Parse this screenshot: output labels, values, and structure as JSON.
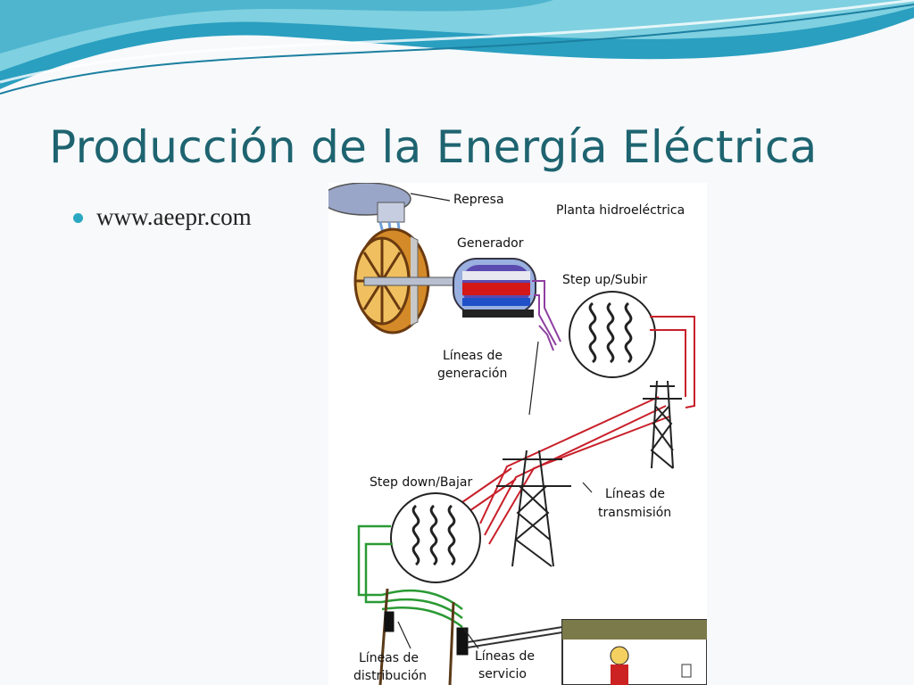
{
  "slide": {
    "title": "Producción de la Energía Eléctrica",
    "bullets": [
      "www.aeepr.com"
    ]
  },
  "diagram": {
    "labels": {
      "dam": "Represa",
      "plant": "Planta hidroeléctrica",
      "generator": "Generador",
      "step_up": "Step up/Subir",
      "generation_lines_1": "Líneas de",
      "generation_lines_2": "generación",
      "step_down": "Step down/Bajar",
      "transmission_lines_1": "Líneas de",
      "transmission_lines_2": "transmisión",
      "distribution_lines_1": "Líneas de",
      "distribution_lines_2": "distribución",
      "service_lines_1": "Líneas de",
      "service_lines_2": "servicio"
    },
    "colors": {
      "accent": "#1e6470",
      "bullet": "#2aa8c2",
      "generation_line": "#8e3fa0",
      "transmission_line": "#c8202a",
      "distribution_line": "#2a9a34"
    }
  }
}
